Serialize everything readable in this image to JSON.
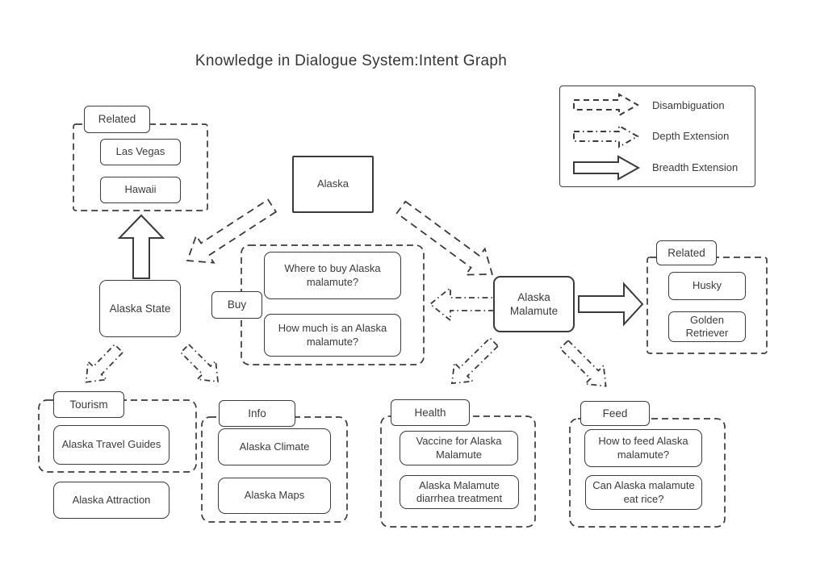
{
  "title": "Knowledge in Dialogue System:Intent Graph",
  "legend": {
    "items": [
      {
        "style": "dashed",
        "label": "Disambiguation"
      },
      {
        "style": "dash-dot",
        "label": "Depth Extension"
      },
      {
        "style": "solid",
        "label": "Breadth Extension"
      }
    ]
  },
  "nodes": {
    "alaska": "Alaska",
    "alaska_state": "Alaska State",
    "alaska_malamute": "Alaska Malamute"
  },
  "groups": {
    "related_left": {
      "label": "Related",
      "items": [
        "Las Vegas",
        "Hawaii"
      ]
    },
    "related_right": {
      "label": "Related",
      "items": [
        "Husky",
        "Golden Retriever"
      ]
    },
    "buy": {
      "label": "Buy",
      "items": [
        "Where to buy Alaska malamute?",
        "How much is an Alaska malamute?"
      ]
    },
    "tourism": {
      "label": "Tourism",
      "items": [
        "Alaska Travel Guides",
        "Alaska Attraction"
      ]
    },
    "info": {
      "label": "Info",
      "items": [
        "Alaska Climate",
        "Alaska Maps"
      ]
    },
    "health": {
      "label": "Health",
      "items": [
        "Vaccine for Alaska Malamute",
        "Alaska Malamute diarrhea treatment"
      ]
    },
    "feed": {
      "label": "Feed",
      "items": [
        "How to feed Alaska malamute?",
        "Can Alaska malamute eat rice?"
      ]
    }
  },
  "edges": [
    {
      "type": "Disambiguation",
      "from": "Alaska",
      "to": "Alaska State"
    },
    {
      "type": "Disambiguation",
      "from": "Alaska",
      "to": "Alaska Malamute"
    },
    {
      "type": "Breadth Extension",
      "from": "Alaska State",
      "to": "Related (Las Vegas, Hawaii)"
    },
    {
      "type": "Breadth Extension",
      "from": "Alaska Malamute",
      "to": "Related (Husky, Golden Retriever)"
    },
    {
      "type": "Depth Extension",
      "from": "Alaska Malamute",
      "to": "Buy"
    },
    {
      "type": "Depth Extension",
      "from": "Alaska State",
      "to": "Tourism"
    },
    {
      "type": "Depth Extension",
      "from": "Alaska State",
      "to": "Info"
    },
    {
      "type": "Depth Extension",
      "from": "Alaska Malamute",
      "to": "Health"
    },
    {
      "type": "Depth Extension",
      "from": "Alaska Malamute",
      "to": "Feed"
    }
  ],
  "colors": {
    "line": "#3b3b3b",
    "text": "#3b3b3b",
    "background": "#ffffff"
  }
}
